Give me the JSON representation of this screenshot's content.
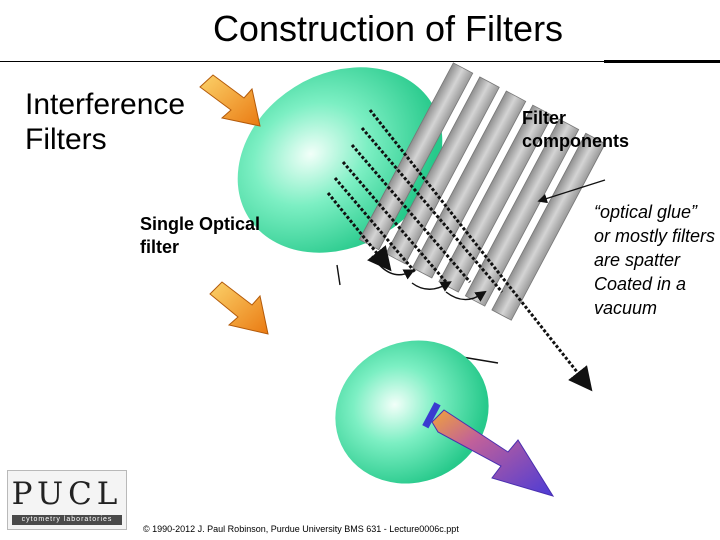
{
  "title": "Construction of Filters",
  "heading": "Interference Filters",
  "labels": {
    "filter_components": "Filter components",
    "single_optical_filter": "Single Optical filter",
    "optical_glue": "“optical glue” or mostly filters are spatter Coated in a vacuum"
  },
  "logo": {
    "word": "PUCL",
    "subtitle": "cytometry laboratories"
  },
  "footer": {
    "copyright": "© 1990-2012 J. Paul Robinson, Purdue University BMS 631 - Lecture0006c.ppt"
  },
  "colors": {
    "ellipse_fill": "#4fe0a8",
    "arrow_orange": "#f08c1e",
    "filter_plate": "#b9b9b9",
    "output_beam": "#5e3fd0"
  },
  "icons": {
    "input_arrows": "orange-arrow-icon",
    "output_beam": "violet-arrow-icon"
  }
}
